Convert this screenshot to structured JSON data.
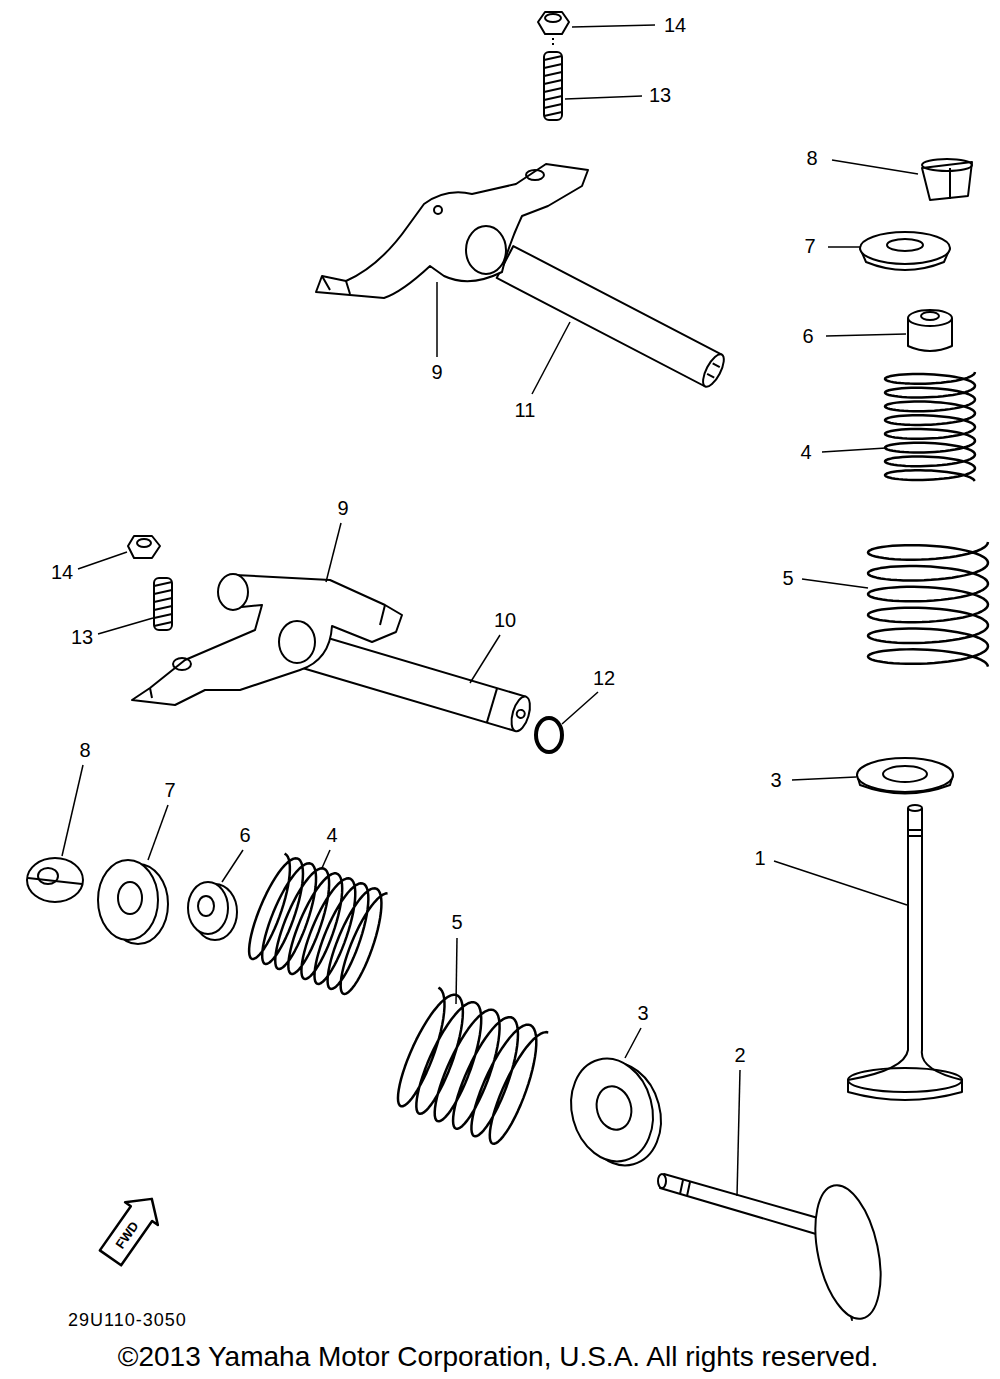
{
  "diagram": {
    "labels": [
      "14",
      "13",
      "8",
      "7",
      "6",
      "9",
      "11",
      "4",
      "9",
      "14",
      "5",
      "10",
      "13",
      "12",
      "8",
      "3",
      "7",
      "6",
      "4",
      "1",
      "5",
      "3",
      "2",
      "FWD",
      "29U110-3050",
      "©2013 Yamaha Motor Corporation, U.S.A. All rights reserved."
    ]
  }
}
